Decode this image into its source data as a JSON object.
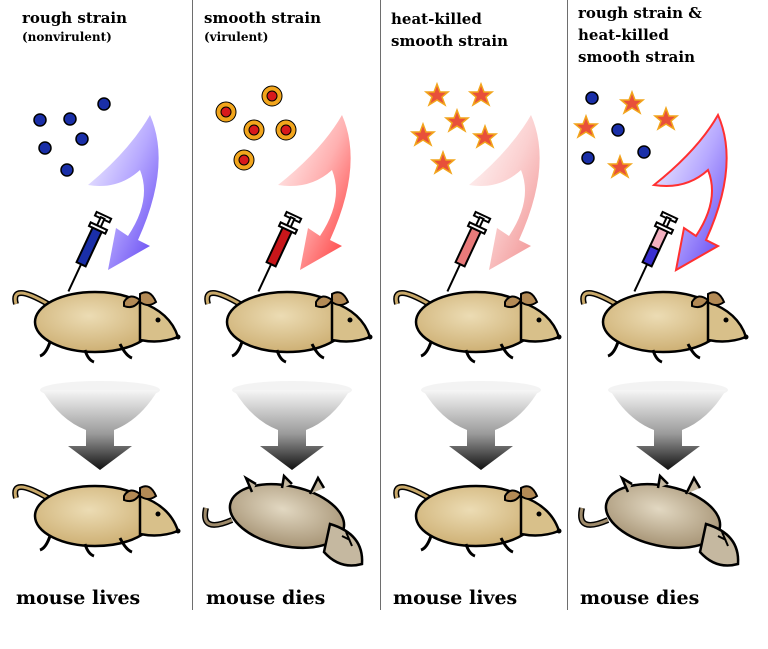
{
  "panels": [
    {
      "title_line1": "rough strain",
      "title_line2": "(nonvirulent)",
      "result": "mouse lives"
    },
    {
      "title_line1": "smooth strain",
      "title_line2": "(virulent)",
      "result": "mouse dies"
    },
    {
      "title_line1": "heat-killed",
      "title_line2": "smooth strain",
      "result": "mouse lives"
    },
    {
      "title_line1": "rough strain &",
      "title_line2": "heat-killed",
      "title_line3": "smooth strain",
      "result": "mouse dies"
    }
  ],
  "colors": {
    "rough_cell": "#1a2fa8",
    "smooth_cell": "#d8191c",
    "smooth_ring": "#f2a51c",
    "heat_killed_star": "#e8503a",
    "live_mouse": "#d8c08a",
    "dead_mouse": "#c5b8a0",
    "arrow_blue": "#5b3df0",
    "arrow_red": "#ff3030",
    "arrow_pink": "#f08c8c"
  },
  "icons": [
    "syringe-icon",
    "mouse-icon",
    "dead-mouse-icon",
    "funnel-arrow-icon"
  ]
}
